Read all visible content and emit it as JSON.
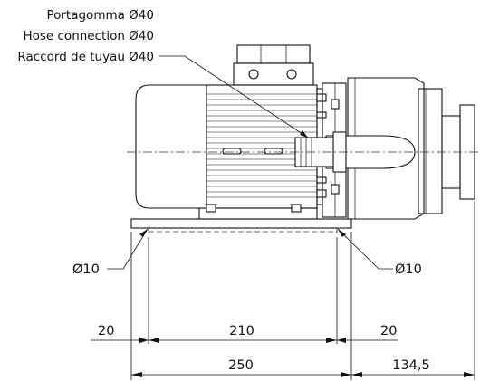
{
  "hose_label": {
    "it": "Portagomma Ø40",
    "en": "Hose connection Ø40",
    "fr": "Raccord de tuyau Ø40"
  },
  "hole_left": "Ø10",
  "hole_right": "Ø10",
  "dimensions": {
    "left_margin": "20",
    "hole_spacing": "210",
    "right_margin": "20",
    "base_length": "250",
    "pump_length": "134,5"
  }
}
